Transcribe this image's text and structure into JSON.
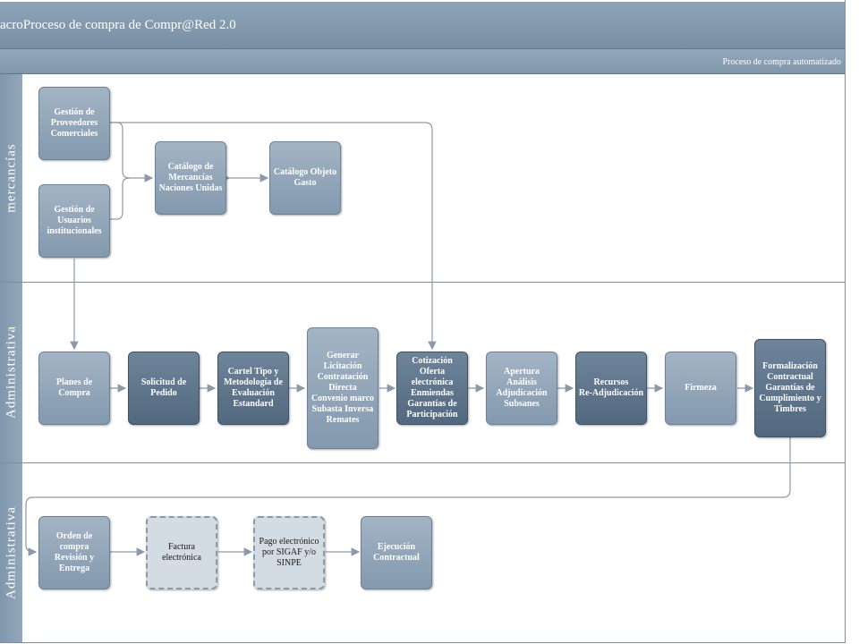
{
  "header": {
    "title": "acroProceso de compra de Compr@Red 2.0",
    "subtitle": "Proceso de compra automatizado"
  },
  "lanes": [
    {
      "label": "mercancías"
    },
    {
      "label": "Administrativa"
    },
    {
      "label": "Administrativa"
    }
  ],
  "nodes": {
    "proveedores": "Gestión de\nProveedores\nComerciales",
    "usuarios": "Gestión de\nUsuarios\ninstitucionales",
    "catalogo_mercancias": "Catálogo de\nMercancías\nNaciones Unidas",
    "catalogo_objeto": "Catálogo Objeto\nGasto",
    "planes": "Planes de Compra",
    "solicitud": "Solicitud de\nPedido",
    "cartel": "Cartel Tipo y\nMetodología de\nEvaluación\nEstandard",
    "generar": "Generar\nLicitación\nContratación\nDirecta\nConvenio marco\nSubasta Inversa\nRemates",
    "cotizacion": "Cotización\nOferta electrónica\nEnmiendas\nGarantías de\nParticipación",
    "apertura": "Apertura\nAnálisis\nAdjudicación\nSubsanes",
    "recursos": "Recursos\nRe-Adjudicación",
    "firmeza": "Firmeza",
    "formalizacion": "Formalización\nContractual\nGarantías de\nCumplimiento y\nTimbres",
    "orden": "Orden de compra\nRevisión y\nEntrega",
    "factura": "Factura electrónica",
    "pago": "Pago electrónico\npor SIGAF y/o\nSINPE",
    "ejecucion": "Ejecución\nContractual"
  }
}
